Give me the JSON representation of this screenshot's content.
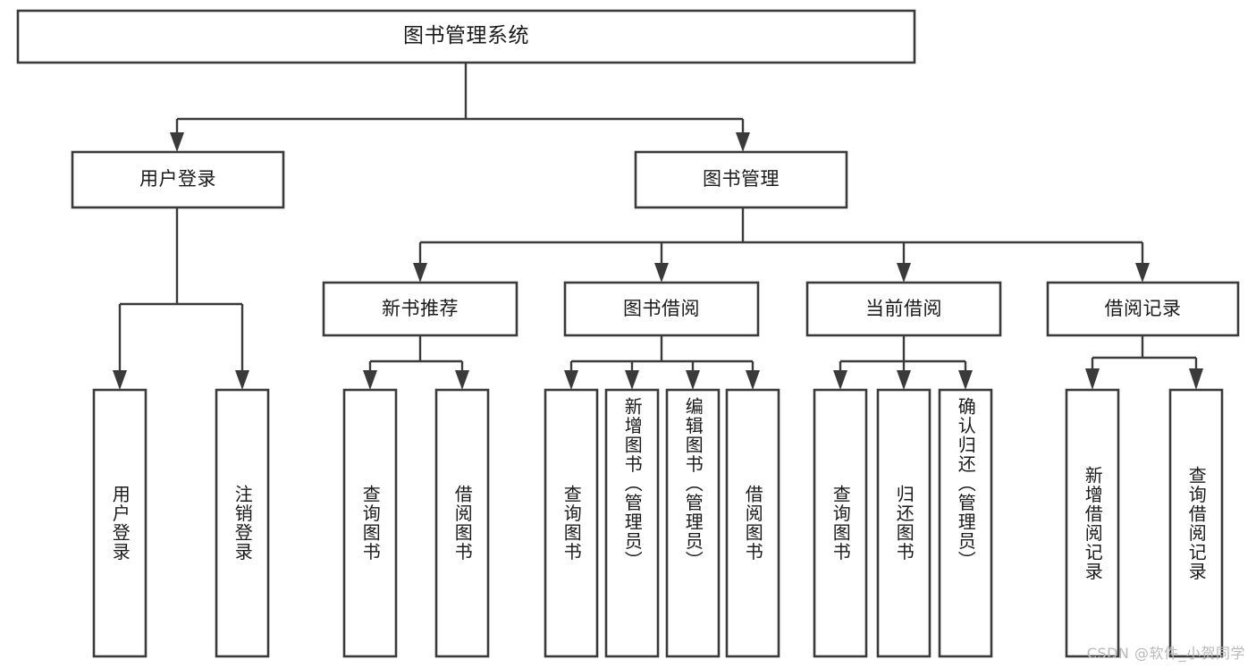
{
  "diagram": {
    "type": "hierarchy-tree",
    "title": "图书管理系统",
    "colors": {
      "stroke": "#3a3a3a",
      "fill": "#ffffff",
      "text": "#1a1a1a",
      "watermark": "#b9b9b9",
      "background": "#ffffff"
    },
    "levels": {
      "root": {
        "label": "图书管理系统"
      },
      "level2": [
        {
          "id": "user-login",
          "label": "用户登录"
        },
        {
          "id": "book-management",
          "label": "图书管理"
        }
      ],
      "level3": [
        {
          "id": "new-book-recommend",
          "label": "新书推荐",
          "parent": "book-management"
        },
        {
          "id": "book-borrow",
          "label": "图书借阅",
          "parent": "book-management"
        },
        {
          "id": "current-borrow",
          "label": "当前借阅",
          "parent": "book-management"
        },
        {
          "id": "borrow-record",
          "label": "借阅记录",
          "parent": "book-management"
        }
      ],
      "leaves": [
        {
          "id": "leaf-user-login",
          "label": "用户登录",
          "parent": "user-login"
        },
        {
          "id": "leaf-logout-login",
          "label": "注销登录",
          "parent": "user-login"
        },
        {
          "id": "leaf-query-book-1",
          "label": "查询图书",
          "parent": "new-book-recommend"
        },
        {
          "id": "leaf-borrow-book-1",
          "label": "借阅图书",
          "parent": "new-book-recommend"
        },
        {
          "id": "leaf-query-book-2",
          "label": "查询图书",
          "parent": "book-borrow"
        },
        {
          "id": "leaf-add-book",
          "label": "新增图书（管理员）",
          "parent": "book-borrow"
        },
        {
          "id": "leaf-edit-book",
          "label": "编辑图书（管理员）",
          "parent": "book-borrow"
        },
        {
          "id": "leaf-borrow-book-2",
          "label": "借阅图书",
          "parent": "book-borrow"
        },
        {
          "id": "leaf-query-book-3",
          "label": "查询图书",
          "parent": "current-borrow"
        },
        {
          "id": "leaf-return-book",
          "label": "归还图书",
          "parent": "current-borrow"
        },
        {
          "id": "leaf-confirm-return",
          "label": "确认归还（管理员）",
          "parent": "current-borrow"
        },
        {
          "id": "leaf-add-record",
          "label": "新增借阅记录",
          "parent": "borrow-record"
        },
        {
          "id": "leaf-query-record",
          "label": "查询借阅记录",
          "parent": "borrow-record"
        }
      ]
    }
  },
  "watermark": {
    "text": "CSDN @软件_小贺同学"
  }
}
